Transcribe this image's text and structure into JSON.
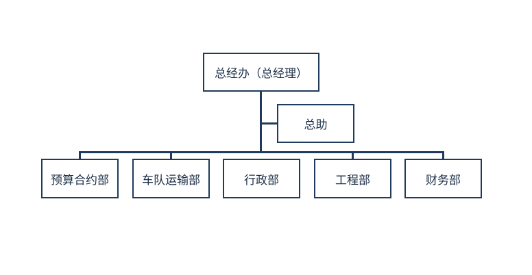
{
  "chart": {
    "root": "总经办（总经理）",
    "assistant": "总助",
    "departments": [
      "预算合约部",
      "车队运输部",
      "行政部",
      "工程部",
      "财务部"
    ]
  },
  "colors": {
    "line": "#1f3a5c",
    "text": "#1c2f47",
    "background": "#ffffff"
  }
}
